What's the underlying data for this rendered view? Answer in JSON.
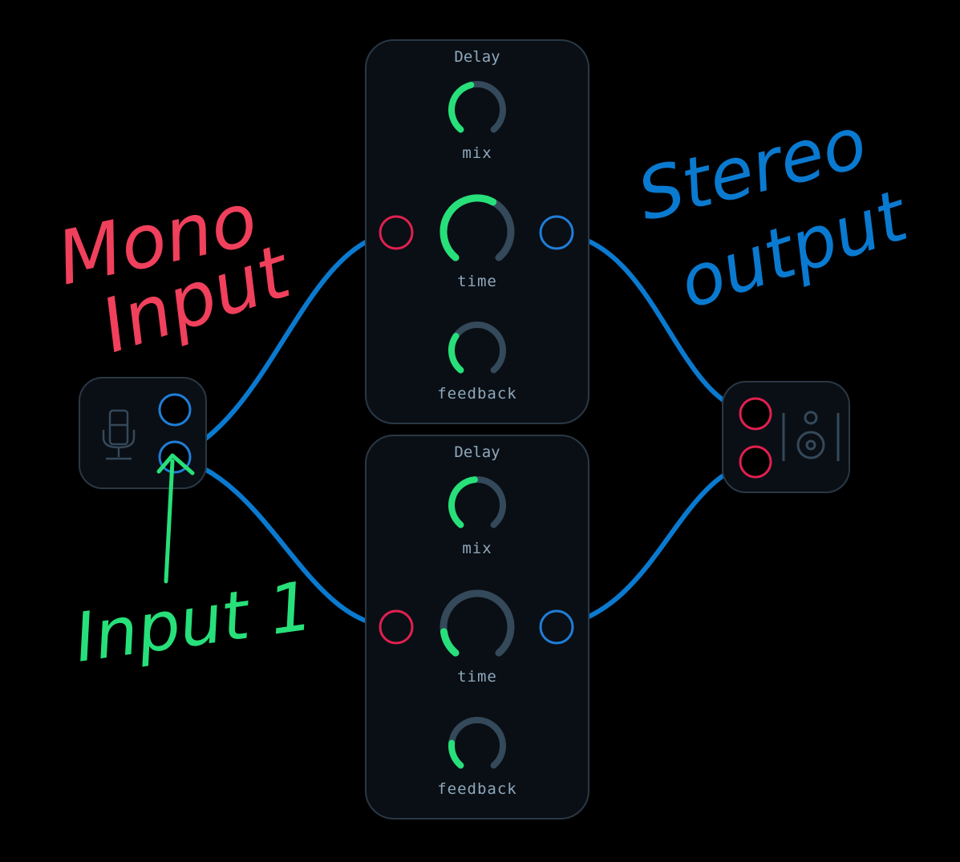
{
  "delays": [
    {
      "title": "Delay",
      "knobs": [
        {
          "label": "mix",
          "value": 0.45
        },
        {
          "label": "time",
          "value": 0.6
        },
        {
          "label": "feedback",
          "value": 0.3
        }
      ]
    },
    {
      "title": "Delay",
      "knobs": [
        {
          "label": "mix",
          "value": 0.48
        },
        {
          "label": "time",
          "value": 0.15
        },
        {
          "label": "feedback",
          "value": 0.2
        }
      ]
    }
  ],
  "annotations": {
    "mono": "Mono Input",
    "stereo": "Stereo output",
    "input1": "Input 1"
  },
  "colors": {
    "cable": "#0a7ad0",
    "knob_active": "#27e07a",
    "knob_track": "#34495a",
    "port_in": "#e0204f",
    "port_out": "#1f7ed8",
    "annotation_mono": "#f0405c",
    "annotation_stereo": "#0a7ad0",
    "annotation_input": "#27e07a"
  },
  "icons": {
    "input_module": "microphone-icon",
    "output_module": "speaker-icon"
  }
}
